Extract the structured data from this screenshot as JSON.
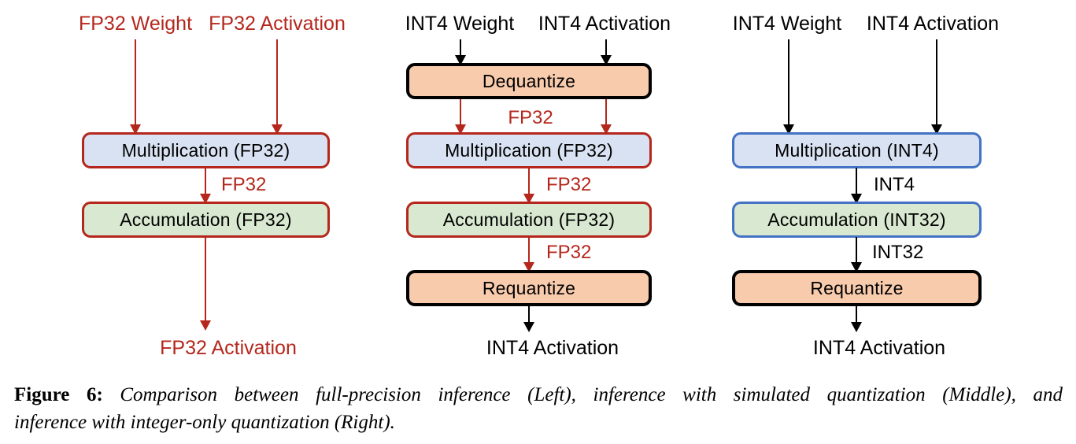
{
  "colors": {
    "red": "#b5271d",
    "black": "#000000",
    "blue_fill": "#d8e2f2",
    "green_fill": "#d9e8d0",
    "orange_fill": "#f8cbad",
    "blue_border": "#4472c4"
  },
  "diagram": {
    "left": {
      "weight_label": "FP32 Weight",
      "activation_label": "FP32 Activation",
      "multiplication_label": "Multiplication (FP32)",
      "mult_to_acc_label": "FP32",
      "accumulation_label": "Accumulation (FP32)",
      "output_label": "FP32 Activation"
    },
    "middle": {
      "weight_label": "INT4 Weight",
      "activation_label": "INT4 Activation",
      "dequantize_label": "Dequantize",
      "deq_to_mult_label": "FP32",
      "multiplication_label": "Multiplication (FP32)",
      "mult_to_acc_label": "FP32",
      "accumulation_label": "Accumulation (FP32)",
      "acc_to_req_label": "FP32",
      "requantize_label": "Requantize",
      "output_label": "INT4 Activation"
    },
    "right": {
      "weight_label": "INT4 Weight",
      "activation_label": "INT4 Activation",
      "multiplication_label": "Multiplication (INT4)",
      "mult_to_acc_label": "INT4",
      "accumulation_label": "Accumulation (INT32)",
      "acc_to_req_label": "INT32",
      "requantize_label": "Requantize",
      "output_label": "INT4 Activation"
    }
  },
  "caption": {
    "label": "Figure 6:",
    "line1": "Comparison between full-precision inference (Left), inference with simulated quantization (Middle), and",
    "line2": "inference with integer-only quantization (Right)."
  }
}
